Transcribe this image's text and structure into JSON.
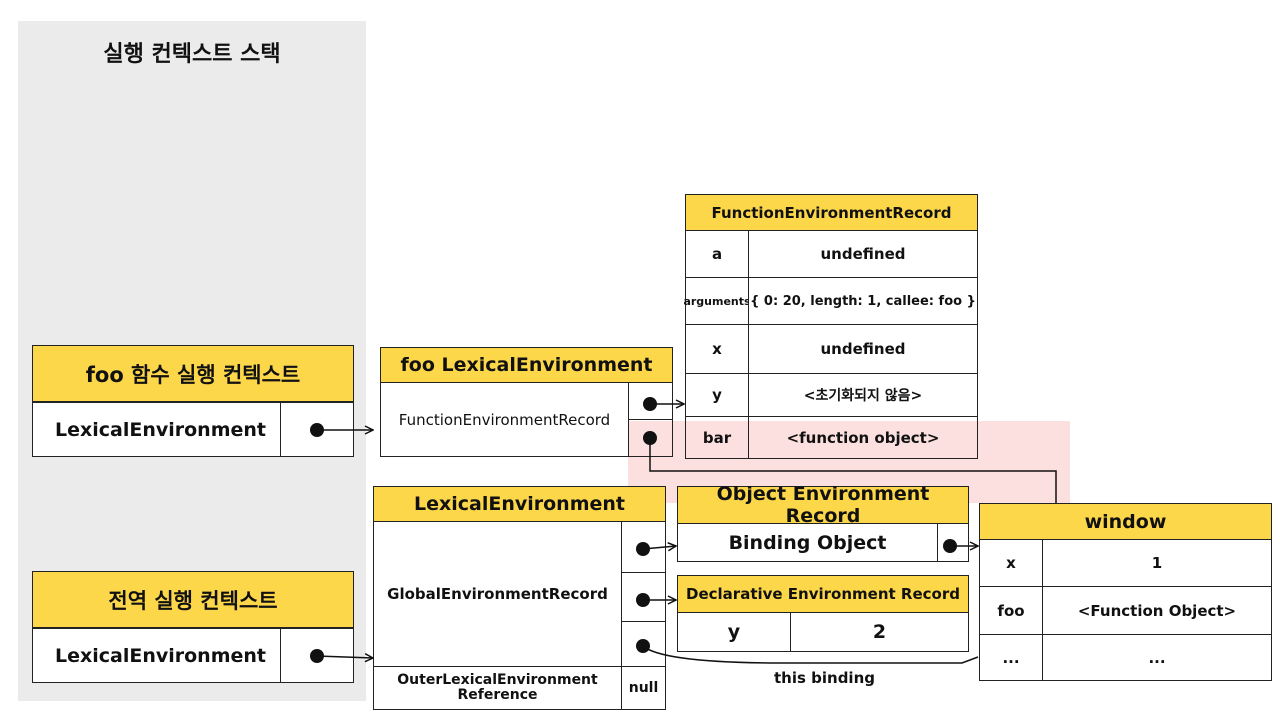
{
  "stack": {
    "title": "실행 컨텍스트 스택"
  },
  "foo_context": {
    "title": "foo 함수 실행 컨텍스트",
    "row": "LexicalEnvironment"
  },
  "global_context": {
    "title": "전역 실행 컨텍스트",
    "row": "LexicalEnvironment"
  },
  "foo_lex_env": {
    "title": "foo LexicalEnvironment",
    "record": "FunctionEnvironmentRecord"
  },
  "func_env_record": {
    "title": "FunctionEnvironmentRecord",
    "rows": [
      {
        "key": "a",
        "value": "undefined"
      },
      {
        "key": "arguments",
        "value": "{ 0: 20, length: 1, callee: foo }"
      },
      {
        "key": "x",
        "value": "undefined"
      },
      {
        "key": "y",
        "value": "<초기화되지 않음>"
      },
      {
        "key": "bar",
        "value": "<function object>"
      }
    ]
  },
  "global_lex_env": {
    "title": "LexicalEnvironment",
    "record": "GlobalEnvironmentRecord",
    "outer": "OuterLexicalEnvironment Reference",
    "outer_value": "null"
  },
  "object_env_record": {
    "title": "Object Environment Record",
    "row": "Binding Object"
  },
  "decl_env_record": {
    "title": "Declarative Environment Record",
    "key": "y",
    "value": "2"
  },
  "window": {
    "title": "window",
    "rows": [
      {
        "key": "x",
        "value": "1"
      },
      {
        "key": "foo",
        "value": "<Function Object>"
      },
      {
        "key": "...",
        "value": "..."
      }
    ]
  },
  "this_binding_label": "this binding",
  "colors": {
    "header": "#fdd74a",
    "stack_bg": "#ebebeb",
    "highlight": "#fbd4d4"
  }
}
